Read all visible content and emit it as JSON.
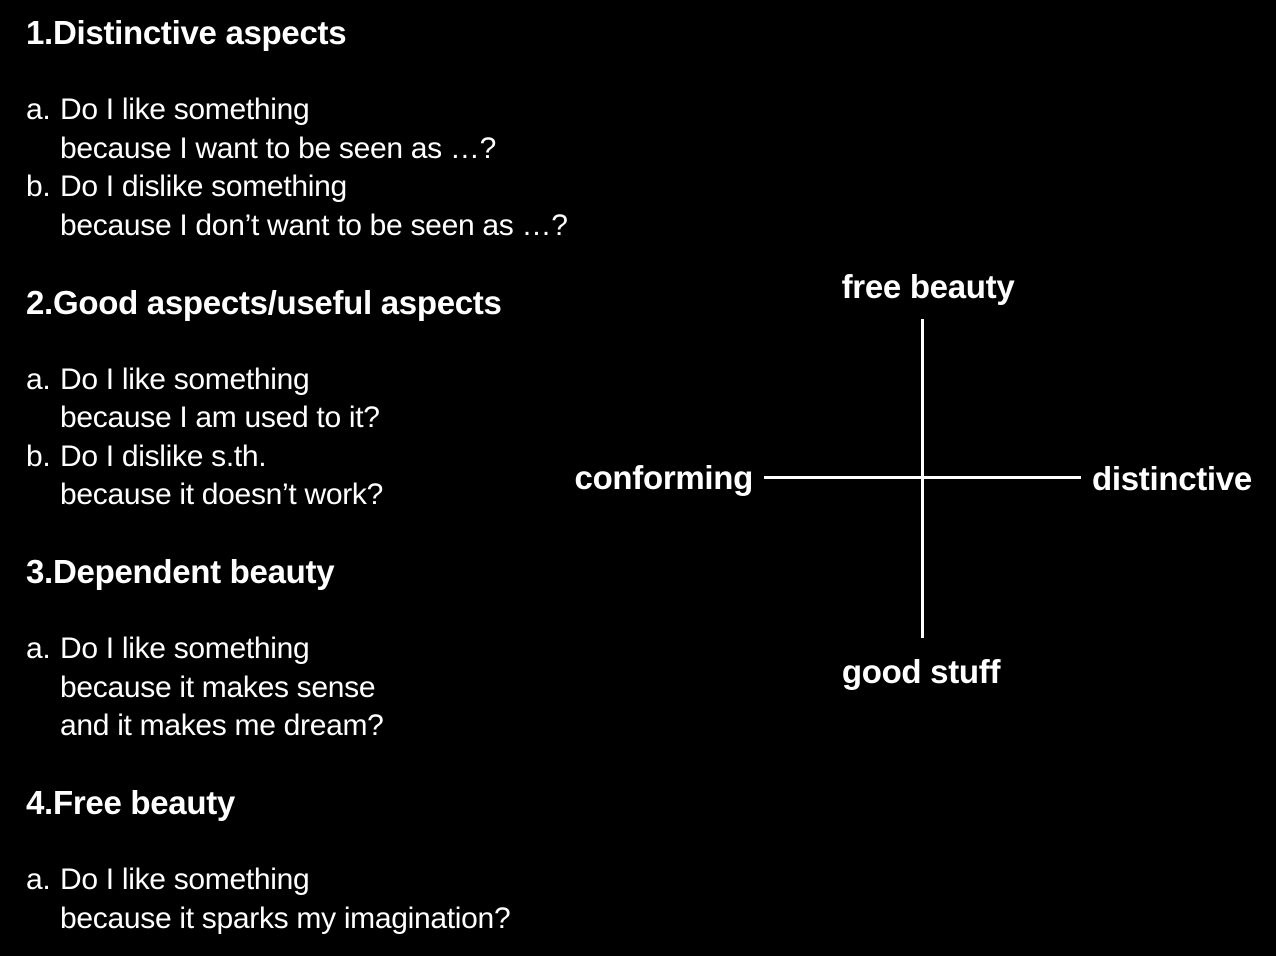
{
  "slide": {
    "background_color": "#000000",
    "text_color": "#ffffff",
    "sections": [
      {
        "number": "1.",
        "title": "Distinctive aspects",
        "items": [
          {
            "marker": "a.",
            "lines": [
              "Do I like something",
              "because I want to be seen as …?"
            ]
          },
          {
            "marker": "b.",
            "lines": [
              "Do I dislike something",
              "because I don’t want to be seen as …?"
            ]
          }
        ]
      },
      {
        "number": "2.",
        "title": "Good aspects/useful aspects",
        "items": [
          {
            "marker": "a.",
            "lines": [
              "Do I like something",
              "because I am used to it?"
            ]
          },
          {
            "marker": "b.",
            "lines": [
              "Do I dislike s.th.",
              "because it doesn’t work?"
            ]
          }
        ]
      },
      {
        "number": "3.",
        "title": "Dependent beauty",
        "items": [
          {
            "marker": "a.",
            "lines": [
              "Do I like something",
              "because it makes sense",
              "and it makes me dream?"
            ]
          }
        ]
      },
      {
        "number": "4.",
        "title": "Free beauty",
        "items": [
          {
            "marker": "a.",
            "lines": [
              "Do I like something",
              "because it sparks my imagination?"
            ]
          }
        ]
      }
    ]
  },
  "diagram": {
    "type": "quadrant-axes",
    "line_color": "#ffffff",
    "axis_labels": {
      "top": "free beauty",
      "bottom": "good stuff",
      "left": "conforming",
      "right": "distinctive"
    }
  }
}
